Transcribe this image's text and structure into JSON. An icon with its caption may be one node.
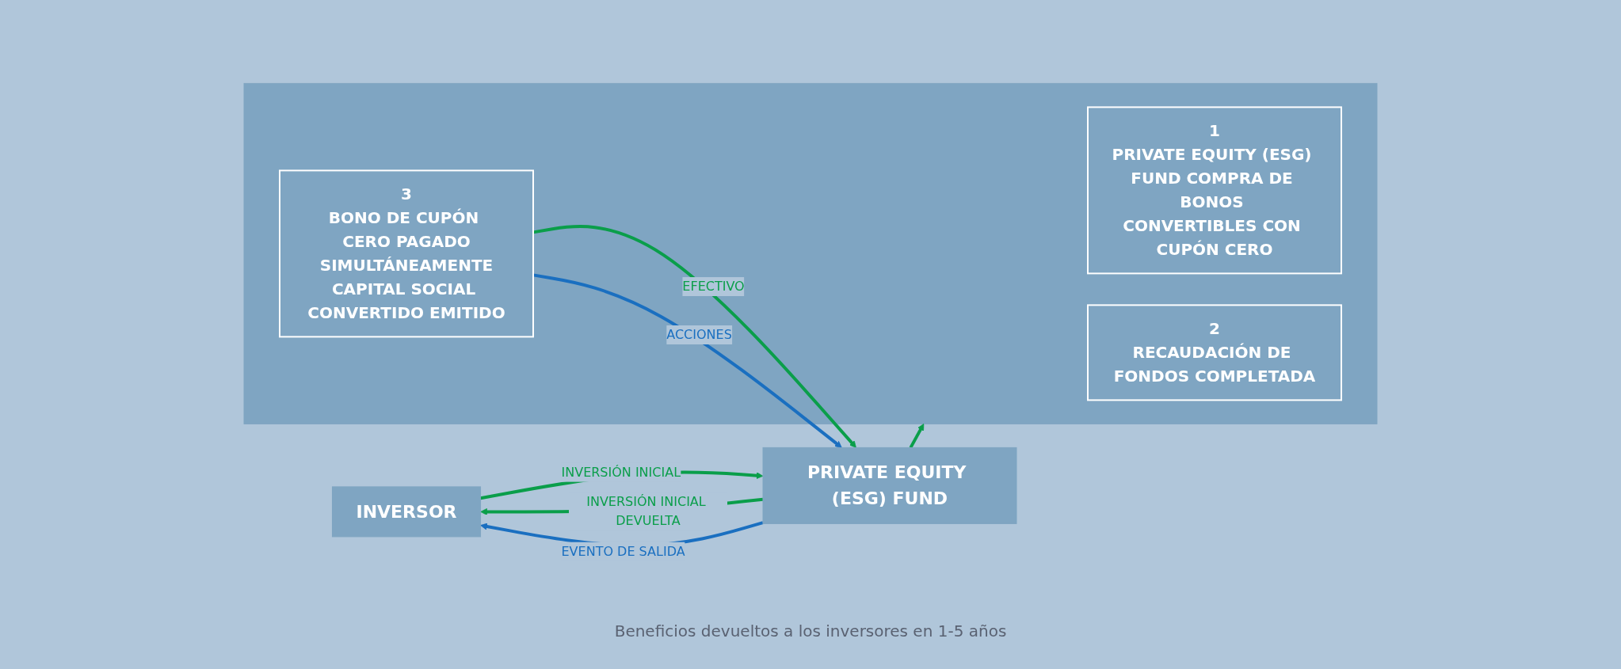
{
  "diagram": {
    "nodes": [
      {
        "text": [
          "INVERSOR"
        ]
      },
      {
        "text": [
          "PRIVATE EQUITY (ESG) FUND"
        ]
      },
      {
        "text": [],
        "shape": "box"
      },
      {
        "text": [
          "1",
          "PRIVATE EQUITY (ESG) FUND COMPRA DE BONOS CONVERTIBLES CON CUPÓN CERO"
        ],
        "in": 2
      },
      {
        "text": [
          "2",
          "RECAUDACIÓN DE FONDOS COMPLETADA"
        ],
        "in": 2
      },
      {
        "text": [
          "3",
          "BONO DE CUPÓN CERO PAGADO",
          "SIMULTÁNEAMENTE",
          "CAPITAL SOCIAL CONVERTIDO EMITIDO"
        ],
        "in": 2
      }
    ],
    "edges": [
      {
        "from": 1,
        "to": 0,
        "arrow": "to",
        "label": "INVERSIÓN INICIAL DEVUELTA"
      },
      {
        "from": 0,
        "to": 1,
        "arrow": "to",
        "label": "INVERSIÓN INICIAL"
      },
      {
        "from": 1,
        "to": 0,
        "arrow": "to",
        "label": "EVENTO DE SALIDA",
        "color": "#1a6fc0"
      },
      {
        "from": 1,
        "to": 2,
        "arrow": "to"
      },
      {
        "from": 5,
        "to": 1,
        "arrow": "to",
        "label": "EFECTIVO"
      },
      {
        "from": 5,
        "to": 1,
        "arrow": "to",
        "label": "ACCIONES",
        "color": "#1a6fc0"
      }
    ],
    "labels": [
      "Beneficios devueltos a los inversores en 1-5 años"
    ]
  }
}
